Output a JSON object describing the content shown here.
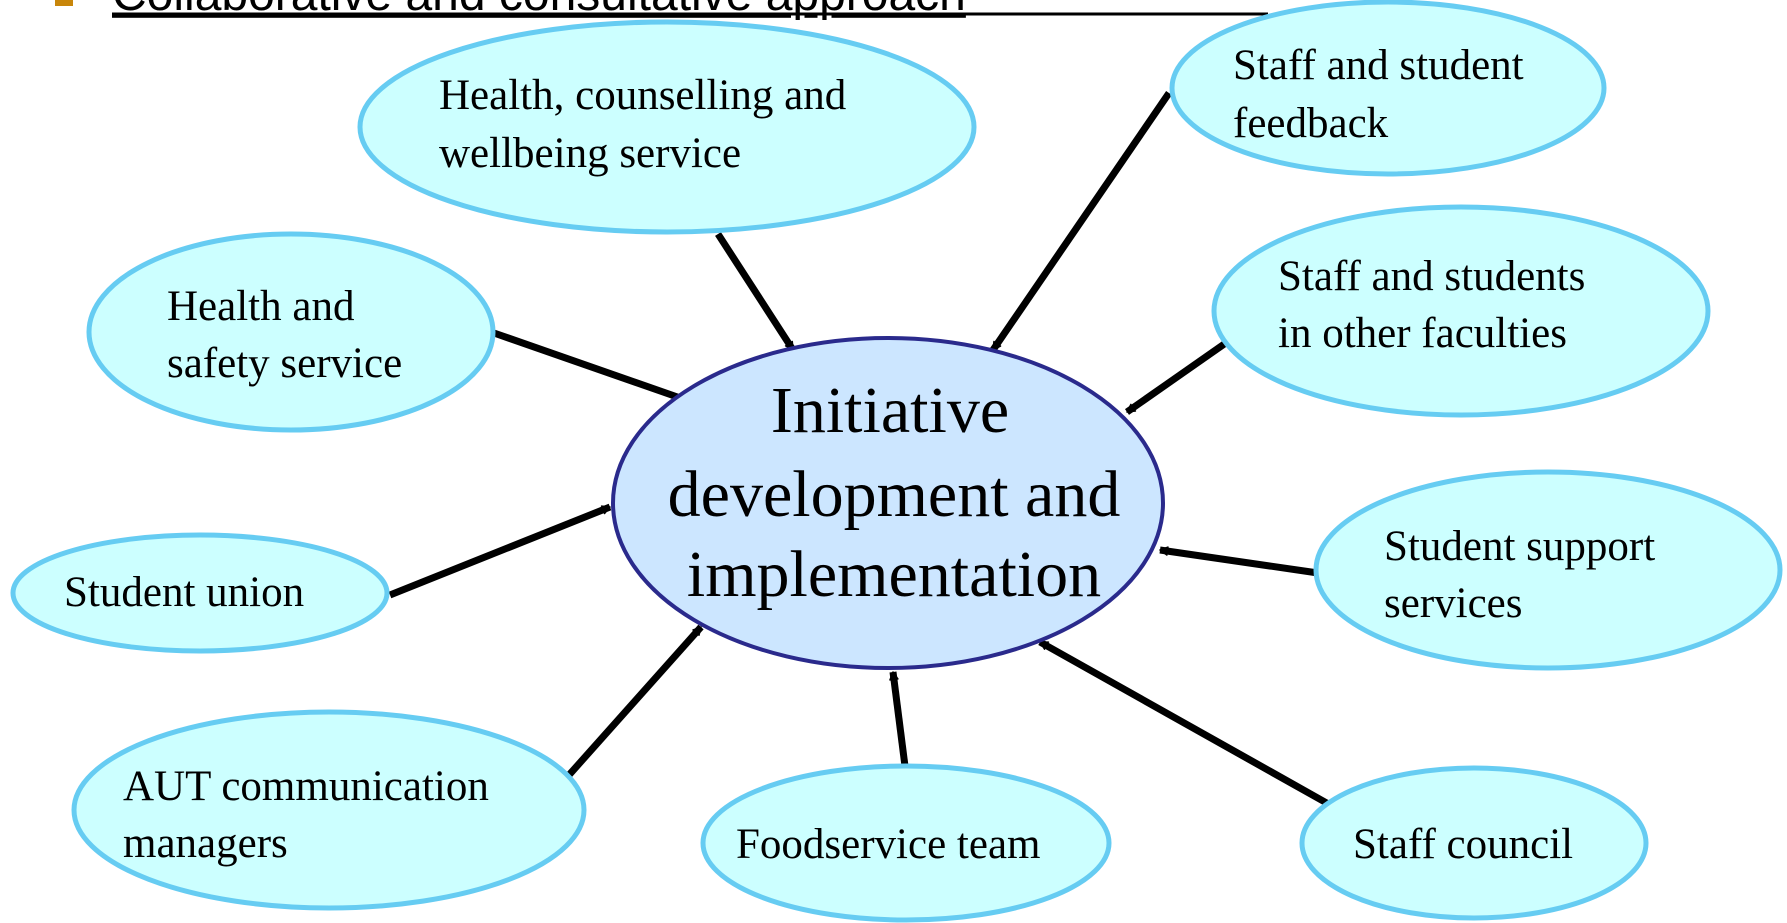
{
  "heading": {
    "text": "Collaborative and consultative approach",
    "bullet_color": "#c8860a"
  },
  "center": {
    "lines": [
      "Initiative",
      "development and",
      "implementation"
    ],
    "fill": "#cce6ff",
    "stroke": "#2a2a8c"
  },
  "node_style": {
    "fill": "#ccffff",
    "stroke": "#66ccf2"
  },
  "arrow_color": "#000000",
  "nodes": [
    {
      "id": "health-counselling-wellbeing",
      "lines": [
        "Health, counselling and",
        "wellbeing service"
      ]
    },
    {
      "id": "staff-student-feedback",
      "lines": [
        "Staff and student",
        "feedback"
      ]
    },
    {
      "id": "health-safety",
      "lines": [
        "Health and",
        "safety service"
      ]
    },
    {
      "id": "staff-students-other-faculties",
      "lines": [
        "Staff and students",
        "in other faculties"
      ]
    },
    {
      "id": "student-union",
      "lines": [
        "Student union"
      ]
    },
    {
      "id": "student-support",
      "lines": [
        "Student support",
        "services"
      ]
    },
    {
      "id": "aut-communication",
      "lines": [
        "AUT communication",
        "managers"
      ]
    },
    {
      "id": "foodservice-team",
      "lines": [
        "Foodservice team"
      ]
    },
    {
      "id": "staff-council",
      "lines": [
        "Staff council"
      ]
    }
  ]
}
